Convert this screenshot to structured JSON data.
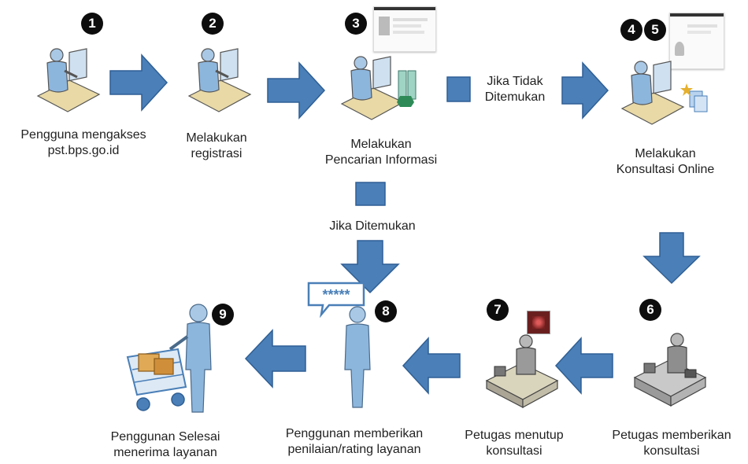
{
  "title": "",
  "colors": {
    "arrow": "#4a7fb7",
    "arrow_dark": "#2f5f95",
    "person": "#8db6dd",
    "badge": "#0d0d0d"
  },
  "steps": [
    {
      "number": "1",
      "label_line1": "Pengguna mengakses",
      "label_line2": "pst.bps.go.id",
      "icon": "user-at-desk-icon"
    },
    {
      "number": "2",
      "label_line1": "Melakukan",
      "label_line2": "registrasi",
      "icon": "user-at-desk-icon"
    },
    {
      "number": "3",
      "label_line1": "Melakukan",
      "label_line2": "Pencarian Informasi",
      "icon": "user-searching-icon"
    },
    {
      "number_a": "4",
      "number_b": "5",
      "label_line1": "Melakukan",
      "label_line2": "Konsultasi Online",
      "icon": "user-consulting-icon"
    },
    {
      "number": "6",
      "label_line1": "Petugas memberikan",
      "label_line2": "konsultasi",
      "icon": "officer-at-desk-icon"
    },
    {
      "number": "7",
      "label_line1": "Petugas menutup",
      "label_line2": "konsultasi",
      "icon": "officer-closing-icon"
    },
    {
      "number": "8",
      "label_line1": "Penggunan memberikan",
      "label_line2": "penilaian/rating layanan",
      "icon": "user-rating-icon",
      "rating_stars": "*****"
    },
    {
      "number": "9",
      "label_line1": "Penggunan Selesai",
      "label_line2": "menerima layanan",
      "icon": "user-with-cart-icon"
    }
  ],
  "branches": {
    "not_found_line1": "Jika Tidak",
    "not_found_line2": "Ditemukan",
    "found": "Jika Ditemukan"
  }
}
